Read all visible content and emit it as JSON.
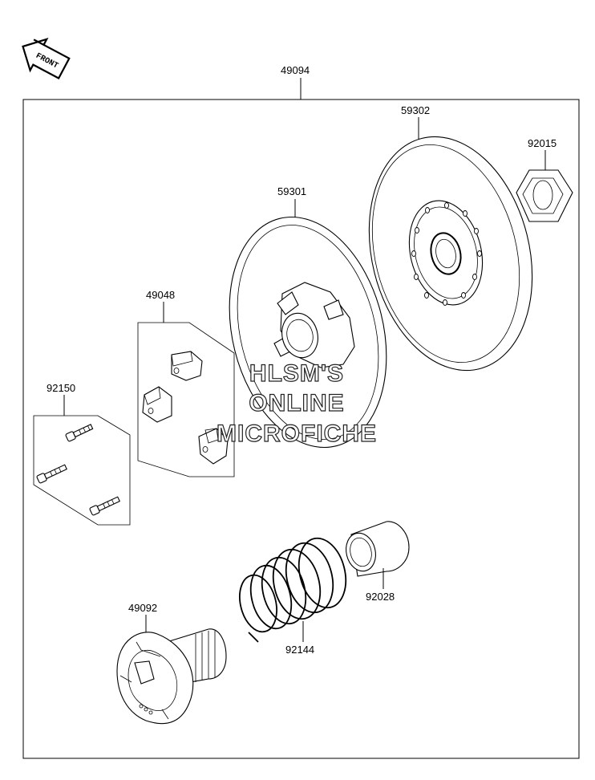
{
  "front_label": "FRONT",
  "assembly": {
    "part_number": "49094"
  },
  "parts": {
    "p59302": "59302",
    "p92015": "92015",
    "p59301": "59301",
    "p49048": "49048",
    "p92150": "92150",
    "p92028": "92028",
    "p49092": "49092",
    "p92144": "92144"
  },
  "watermark": {
    "line1": "HLSM'S",
    "line2": "ONLINE",
    "line3": "MICROFICHE"
  }
}
